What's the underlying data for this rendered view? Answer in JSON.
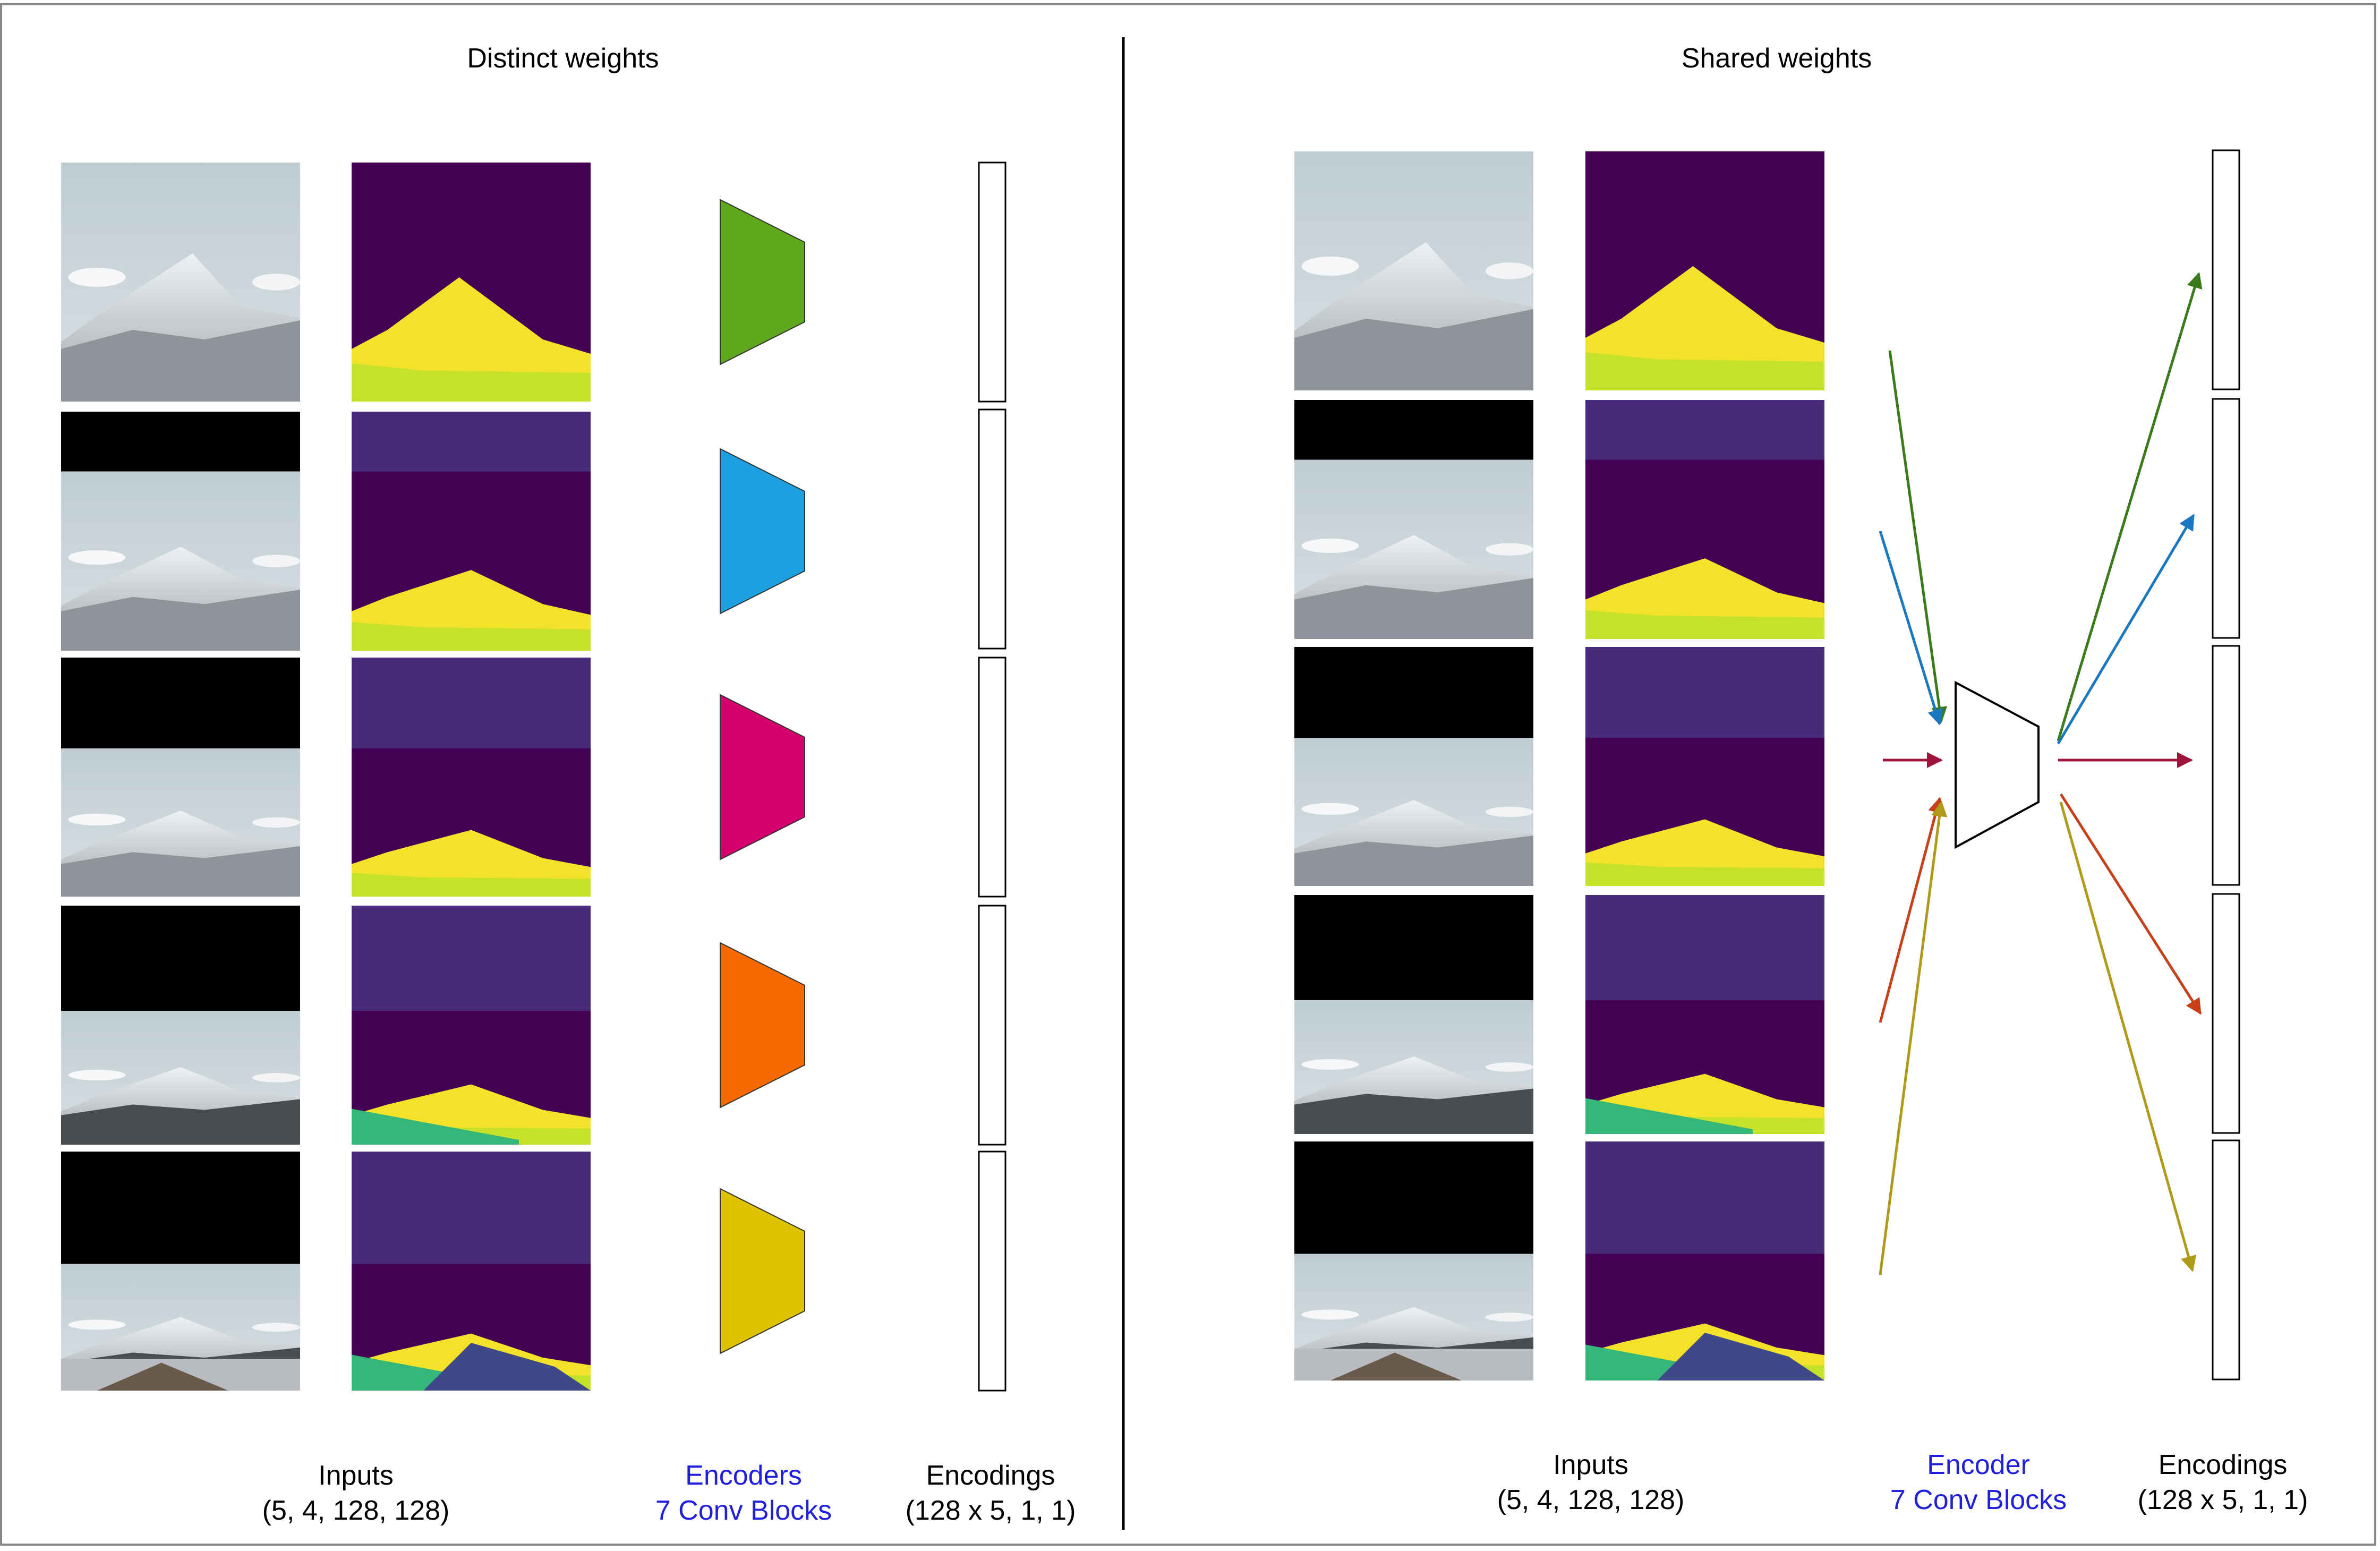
{
  "panels": [
    {
      "title": "Distinct weights",
      "labels": {
        "inputs": "Inputs",
        "inputs_shape": "(5, 4, 128, 128)",
        "encoders": "Encoders",
        "encoders_detail": "7 Conv Blocks",
        "encodings": "Encodings",
        "encodings_shape": "(128 x 5, 1, 1)"
      },
      "encoder_colors": [
        "#5fa81e",
        "#1da0e0",
        "#d6006e",
        "#f76a00",
        "#dfc200"
      ]
    },
    {
      "title": "Shared weights",
      "labels": {
        "inputs": "Inputs",
        "inputs_shape": "(5, 4, 128, 128)",
        "encoders": "Encoder",
        "encoders_detail": "7 Conv Blocks",
        "encodings": "Encodings",
        "encodings_shape": "(128 x 5, 1, 1)"
      },
      "arrow_colors": [
        "#3a7a1a",
        "#1a78c0",
        "#a0143c",
        "#c8401a",
        "#b09a1a"
      ]
    }
  ],
  "colors": {
    "segmentation_background": "#440154",
    "segmentation_band": "#472a7a",
    "segmentation_yellow": "#f2e32a",
    "segmentation_lime": "#c6e12a",
    "segmentation_green": "#9fd93a",
    "segmentation_teal": "#35b779",
    "segmentation_blue": "#3e4989",
    "photo_sky": "#c8d4d8",
    "photo_snow": "#e4e8ec",
    "photo_rock": "#5a5c5e"
  }
}
